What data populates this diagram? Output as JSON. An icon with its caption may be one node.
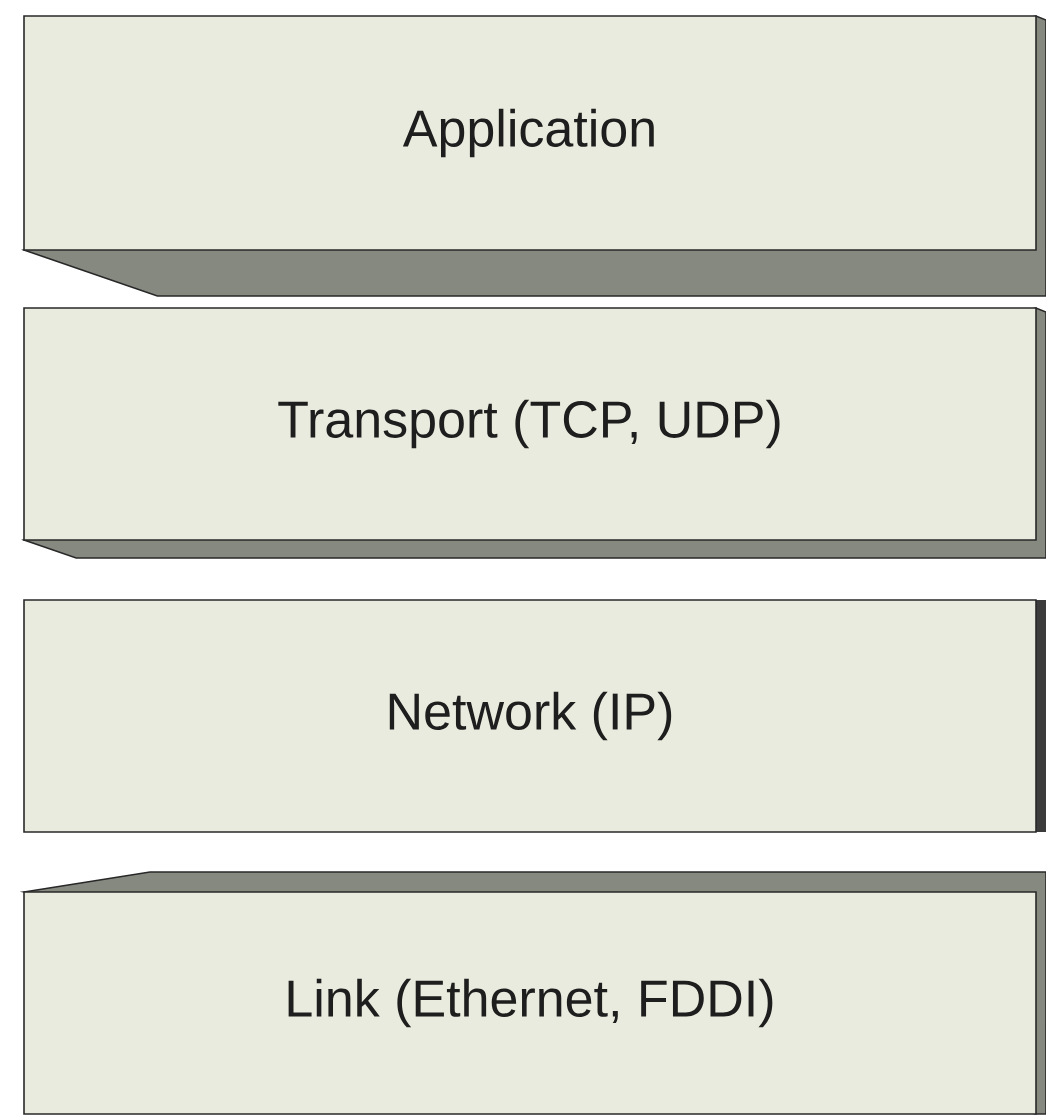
{
  "diagram": {
    "nodes": [
      {
        "text": [
          "Application"
        ]
      },
      {
        "text": [
          "Transport (TCP, UDP)"
        ]
      },
      {
        "text": [
          "Network (IP)"
        ]
      },
      {
        "text": [
          "Link (Ethernet, FDDI)"
        ]
      }
    ]
  }
}
